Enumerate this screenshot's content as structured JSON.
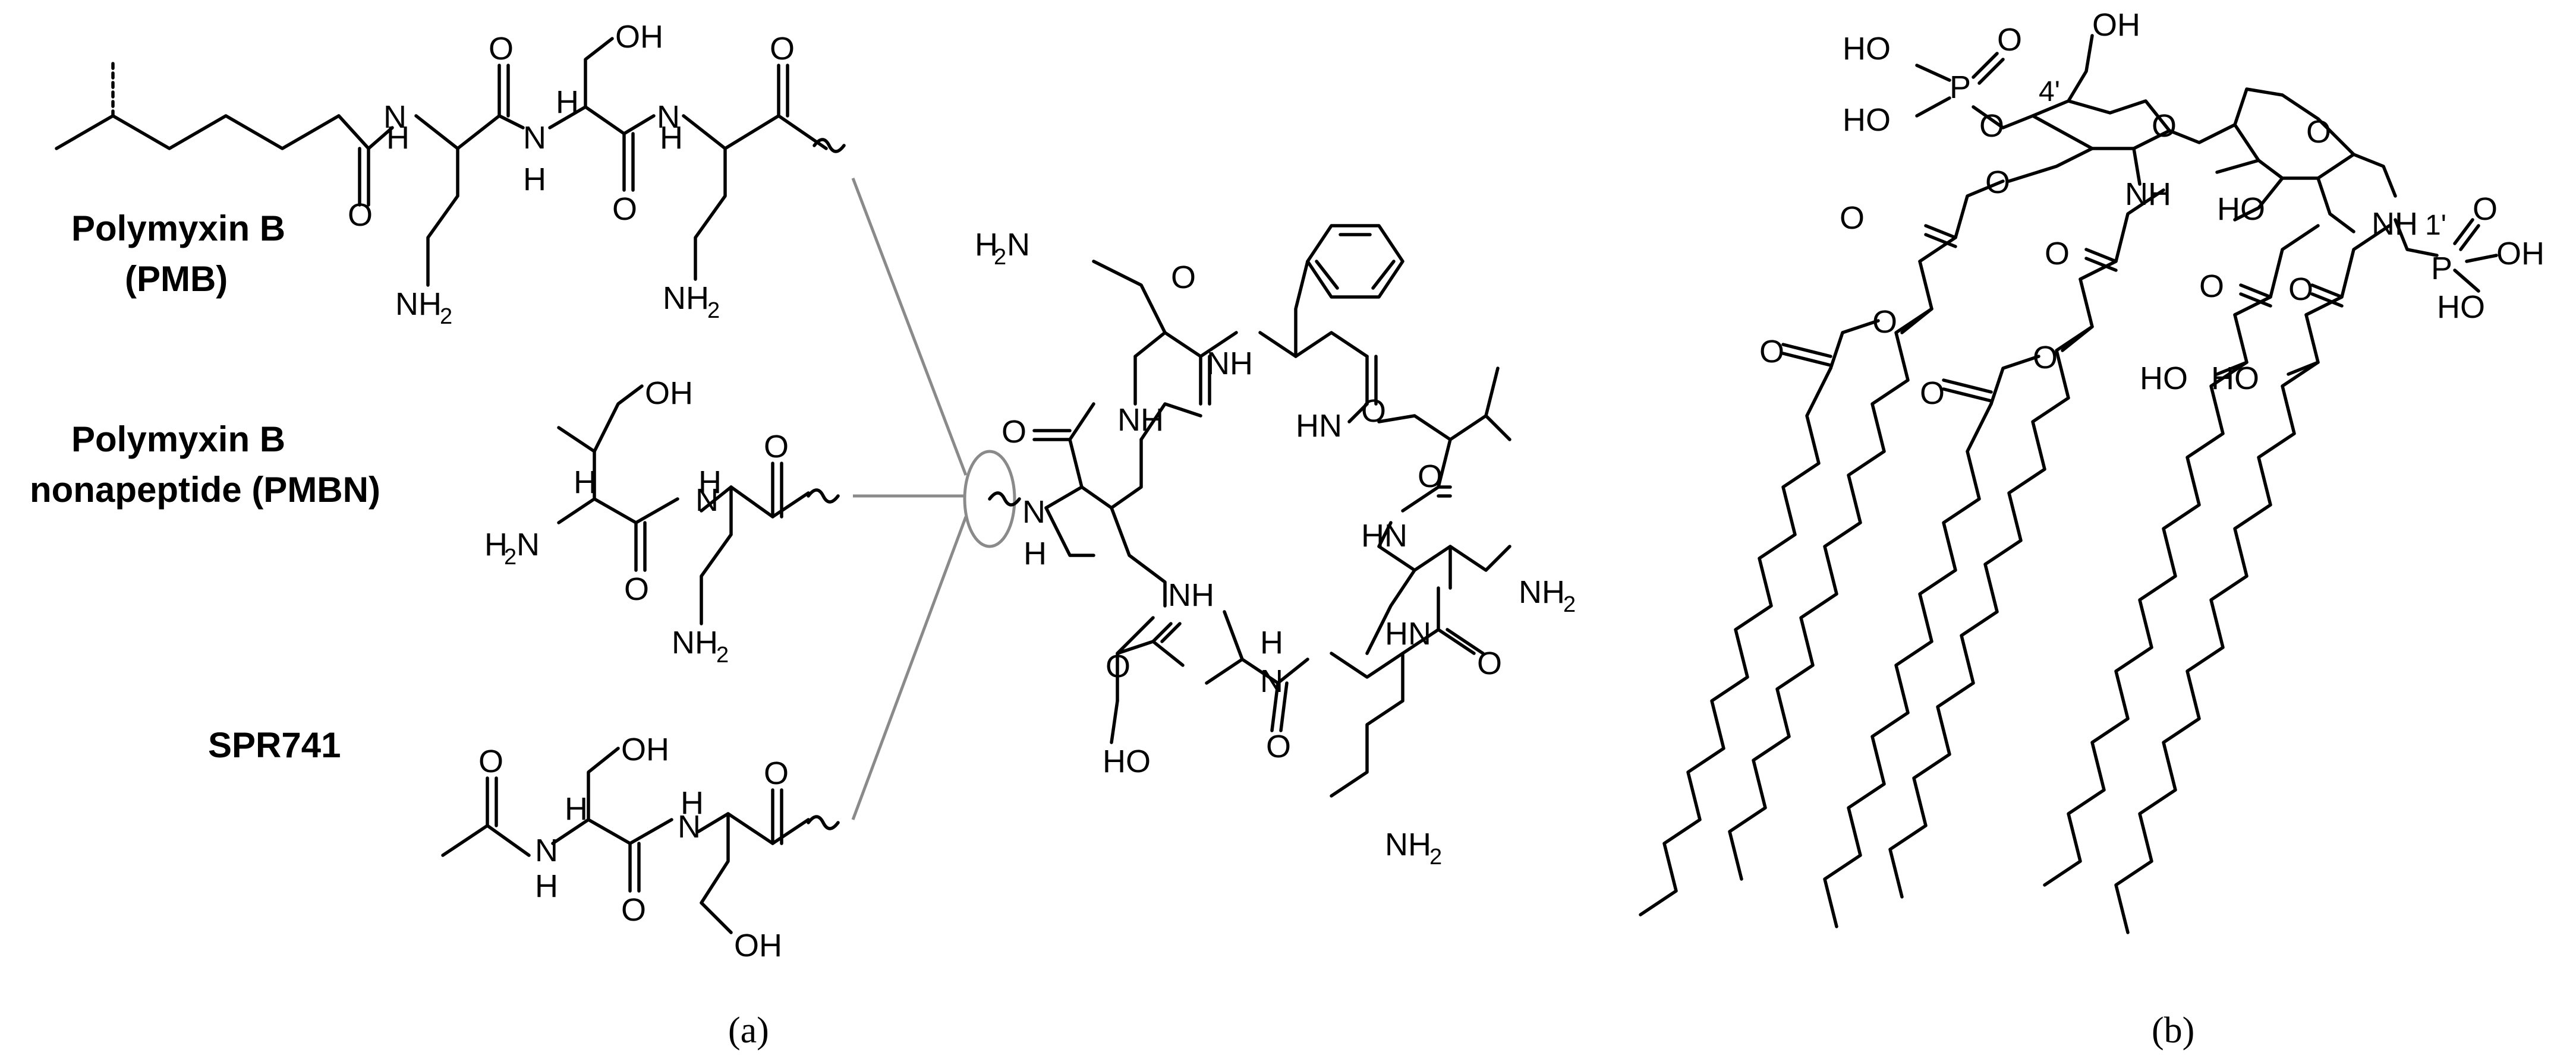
{
  "compounds": {
    "pmb_line1": "Polymyxin B",
    "pmb_line2": "(PMB)",
    "pmbn_line1": "Polymyxin B",
    "pmbn_line2": "nonapeptide (PMBN)",
    "spr741": "SPR741"
  },
  "atoms": {
    "H": "H",
    "N": "N",
    "O": "O",
    "P": "P",
    "HN": "HN",
    "NH": "NH",
    "OH": "OH",
    "HO": "HO",
    "NH2_main": "NH",
    "H2N_main": "H N",
    "sub2": "2"
  },
  "positions": {
    "four_prime": "4'",
    "one_prime": "1'"
  },
  "panels": {
    "a": "(a)",
    "b": "(b)"
  },
  "colors": {
    "bonds": "#000000",
    "connector": "#8a8a8a",
    "background": "#ffffff"
  }
}
